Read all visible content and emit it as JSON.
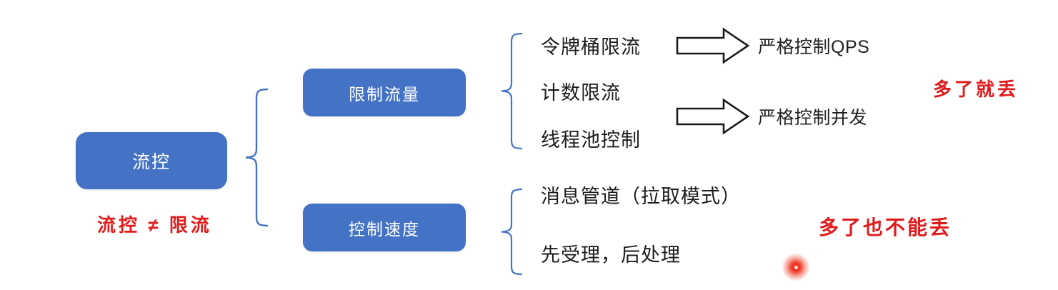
{
  "diagram": {
    "root": {
      "label": "流控"
    },
    "root_note": {
      "label": "流控 ≠ 限流",
      "color": "#e01b1b"
    },
    "branches": [
      {
        "label": "限制流量",
        "leaves": [
          {
            "label": "令牌桶限流"
          },
          {
            "label": "计数限流"
          },
          {
            "label": "线程池控制"
          }
        ],
        "outcomes": [
          {
            "label": "严格控制QPS"
          },
          {
            "label": "严格控制并发"
          }
        ],
        "note": {
          "label": "多了就丢",
          "color": "#e01b1b"
        }
      },
      {
        "label": "控制速度",
        "leaves": [
          {
            "label": "消息管道（拉取模式）"
          },
          {
            "label": "先受理，后处理"
          }
        ],
        "outcomes": [],
        "note": {
          "label": "多了也不能丢",
          "color": "#e01b1b"
        }
      }
    ],
    "colors": {
      "box_fill": "#4472c4",
      "box_text": "#ffffff",
      "brace": "#4472c4",
      "leaf_text": "#1b1b1b",
      "accent_red": "#e01b1b",
      "arrow_outline": "#1a1a1a",
      "background": "#ffffff"
    },
    "cursor": {
      "name": "laser-pointer-dot",
      "color": "#ee2a18"
    }
  }
}
